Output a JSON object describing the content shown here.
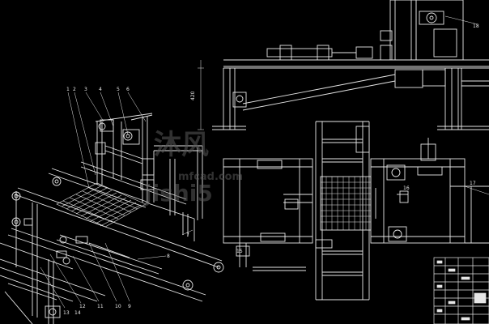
{
  "drawing": {
    "line_color": "#e6e6e6",
    "background_color": "#000000",
    "accent_color": "#cfcfcf"
  },
  "iso_callouts": [
    "1",
    "2",
    "3",
    "4",
    "5",
    "6",
    "7",
    "8",
    "9",
    "10",
    "11",
    "12",
    "13",
    "14"
  ],
  "plan_callouts": [
    "15",
    "16",
    "17",
    "18"
  ],
  "dimension_label": "420",
  "watermark": {
    "logo_text": "沐风",
    "site_text": "mfcad.com",
    "cn_text": "jishi5",
    "color": "#5a5a5a"
  }
}
